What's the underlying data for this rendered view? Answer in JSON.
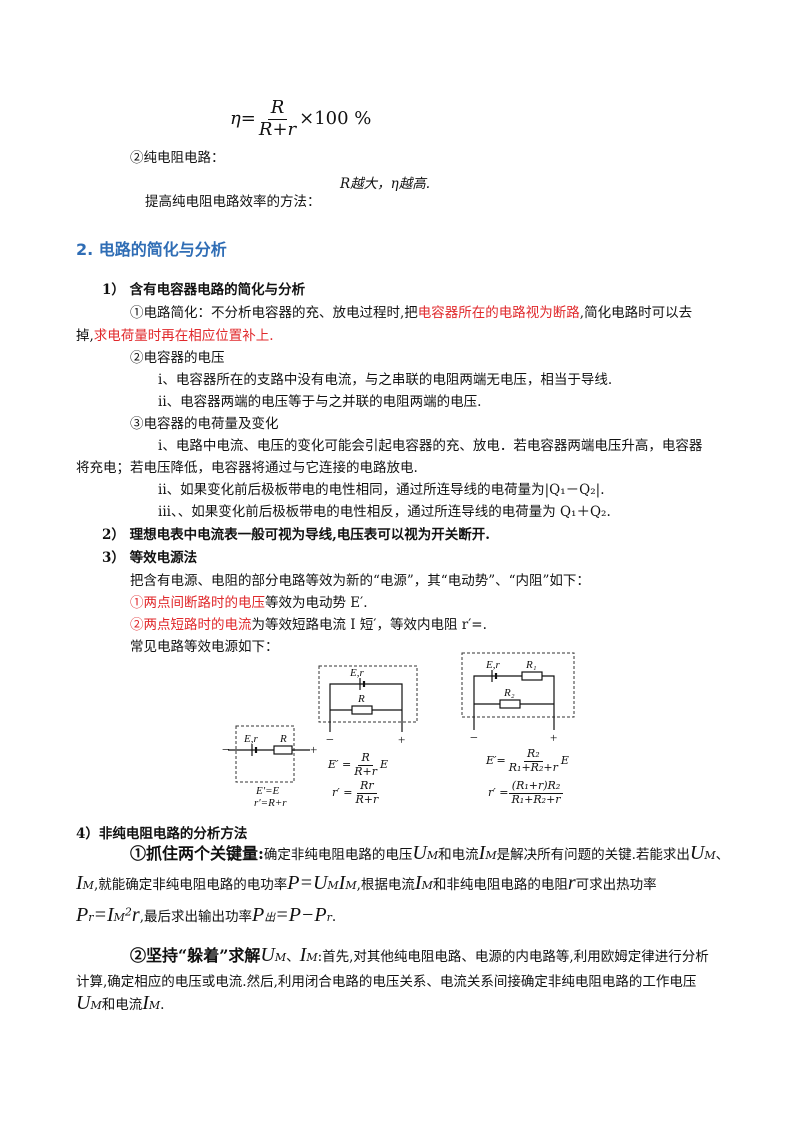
{
  "efficiency": {
    "eta": "η",
    "equals": "=",
    "num": "R",
    "den": "R+r",
    "times": "×100 %"
  },
  "pure_circuit": {
    "label": "②纯电阻电路：",
    "rule": "R越大，η越高.",
    "method": "提高纯电阻电路效率的方法："
  },
  "section2": {
    "title": "2. 电路的简化与分析"
  },
  "s1": {
    "heading": "1）  含有电容器电路的简化与分析",
    "p1a": "①电路简化：不分析电容器的充、放电过程时,把",
    "p1b": "电容器所在的电路视为断路",
    "p1c": ",简化电路时可以去",
    "p1d": "掉,",
    "p1e": "求电荷量时再在相应位置补上.",
    "p2": "②电容器的电压",
    "p2i": "i、电容器所在的支路中没有电流，与之串联的电阻两端无电压，相当于导线.",
    "p2ii": "ii、电容器两端的电压等于与之并联的电阻两端的电压.",
    "p3": "③电容器的电荷量及变化",
    "p3ia": "i、电路中电流、电压的变化可能会引起电容器的充、放电．若电容器两端电压升高，电容器",
    "p3ib": "将充电；若电压降低，电容器将通过与它连接的电路放电.",
    "p3ii": "ii、如果变化前后极板带电的电性相同，通过所连导线的电荷量为|Q₁－Q₂|.",
    "p3iii": "iii、、如果变化前后极板带电的电性相反，通过所连导线的电荷量为 Q₁＋Q₂."
  },
  "s2": {
    "heading": "2）  理想电表中电流表一般可视为导线,电压表可以视为开关断开."
  },
  "s3": {
    "heading": "3）  等效电源法",
    "intro": "把含有电源、电阻的部分电路等效为新的“电源”，其“电动势”、“内阻”如下：",
    "l1a": "①",
    "l1b": "两点间断路时的电压",
    "l1c": "等效为电动势 E′.",
    "l2a": "②",
    "l2b": "两点短路时的电流",
    "l2c": "为等效短路电流 I 短′，等效内电阻 r′=.",
    "common": "常见电路等效电源如下："
  },
  "circuits": {
    "c1": {
      "src": "E,r",
      "res": "R",
      "eq1": "E′=E",
      "eq2": "r′=R+r",
      "minus": "−",
      "plus": "+"
    },
    "c2": {
      "src": "E,r",
      "res": "R",
      "e_lhs": "E′ =",
      "e_num": "R",
      "e_den": "R+r",
      "e_tail": "E",
      "r_lhs": "r′ =",
      "r_num": "Rr",
      "r_den": "R+r",
      "minus": "−",
      "plus": "+"
    },
    "c3": {
      "src": "E,r",
      "r1": "R₁",
      "r2": "R₂",
      "e_lhs": "E′=",
      "e_num": "R₂",
      "e_den": "R₁+R₂+r",
      "e_tail": "E",
      "r_lhs": "r′ =",
      "r_num": "(R₁+r)R₂",
      "r_den": "R₁+R₂+r",
      "minus": "−",
      "plus": "+"
    }
  },
  "s4": {
    "heading": "4）非纯电阻电路的分析方法",
    "p1_bold": "①抓住两个关键量:",
    "p1_a": "确定非纯电阻电路的电压",
    "p1_b": "和电流",
    "p1_c": "是解决所有问题的关键.若能求出",
    "p1_d": "、",
    "p1_e": ",就能确定非纯电阻电路的电功率",
    "p1_f": ",根据电流",
    "p1_g": "和非纯电阻电路的电阻",
    "p1_h": "可求出热功率",
    "p1_i": ",最后求出输出功率",
    "p2_bold": "②坚持“躲着”求解",
    "p2_a": ":首先,对其他纯电阻电路、电源的内电路等,利用欧姆定律进行分析",
    "p2_b": "计算,确定相应的电压或电流.然后,利用闭合电路的电压关系、电流关系间接确定非纯电阻电路的工作电压",
    "p2_c": "和电流",
    "period": ".",
    "sym_U": "U",
    "sym_I": "I",
    "sym_P": "P",
    "sym_r": "r",
    "sym_M": "M",
    "sym_eqP": "P=U",
    "sym_Pr": "=I",
    "sym_sq": "2",
    "sym_out": "出",
    "sym_outeq": "=P−P",
    "sym_sep": "、"
  }
}
